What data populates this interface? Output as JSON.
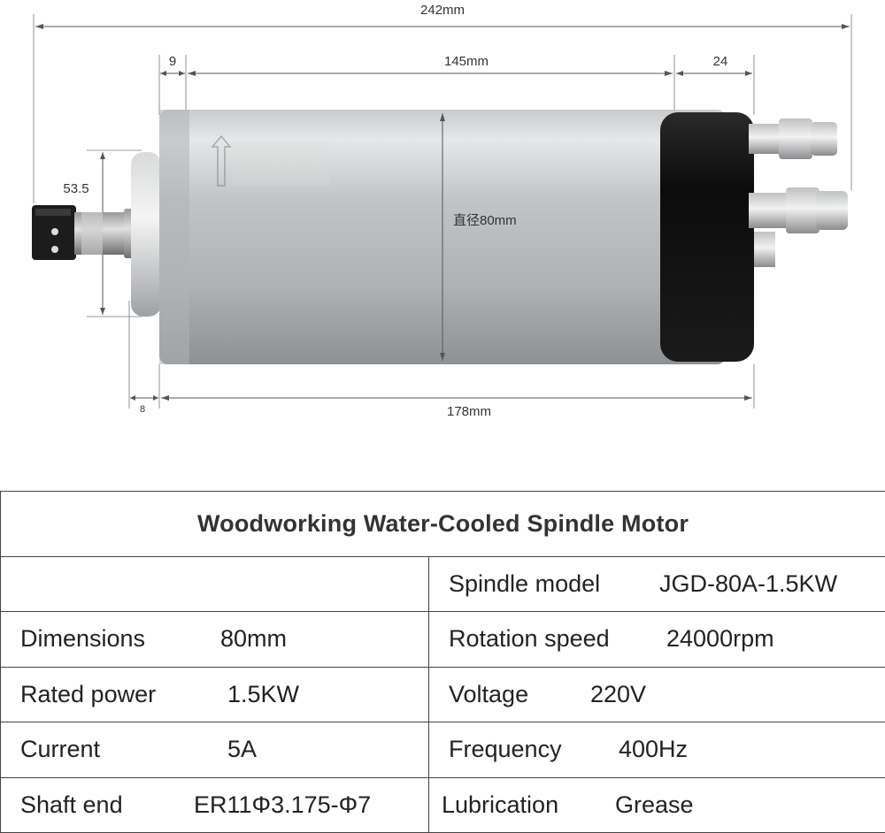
{
  "dimensions": {
    "overall_length": "242mm",
    "front_cap": "9",
    "body_length": "145mm",
    "rear_cap": "24",
    "shaft_height": "53.5",
    "diameter": "直径80mm",
    "flange": "8",
    "housing_length": "178mm"
  },
  "table": {
    "title": "Woodworking Water-Cooled Spindle Motor",
    "rows": [
      {
        "left_label": "",
        "left_value": "",
        "right_label": "Spindle model",
        "right_value": "JGD-80A-1.5KW"
      },
      {
        "left_label": "Dimensions",
        "left_value": "80mm",
        "right_label": "Rotation speed",
        "right_value": "24000rpm"
      },
      {
        "left_label": "Rated power",
        "left_value": "1.5KW",
        "right_label": "Voltage",
        "right_value": "220V"
      },
      {
        "left_label": "Current",
        "left_value": "5A",
        "right_label": "Frequency",
        "right_value": "400Hz"
      },
      {
        "left_label": "Shaft end",
        "left_value": "ER11Φ3.175-Φ7",
        "right_label": "Lubrication",
        "right_value": "Grease"
      }
    ]
  }
}
